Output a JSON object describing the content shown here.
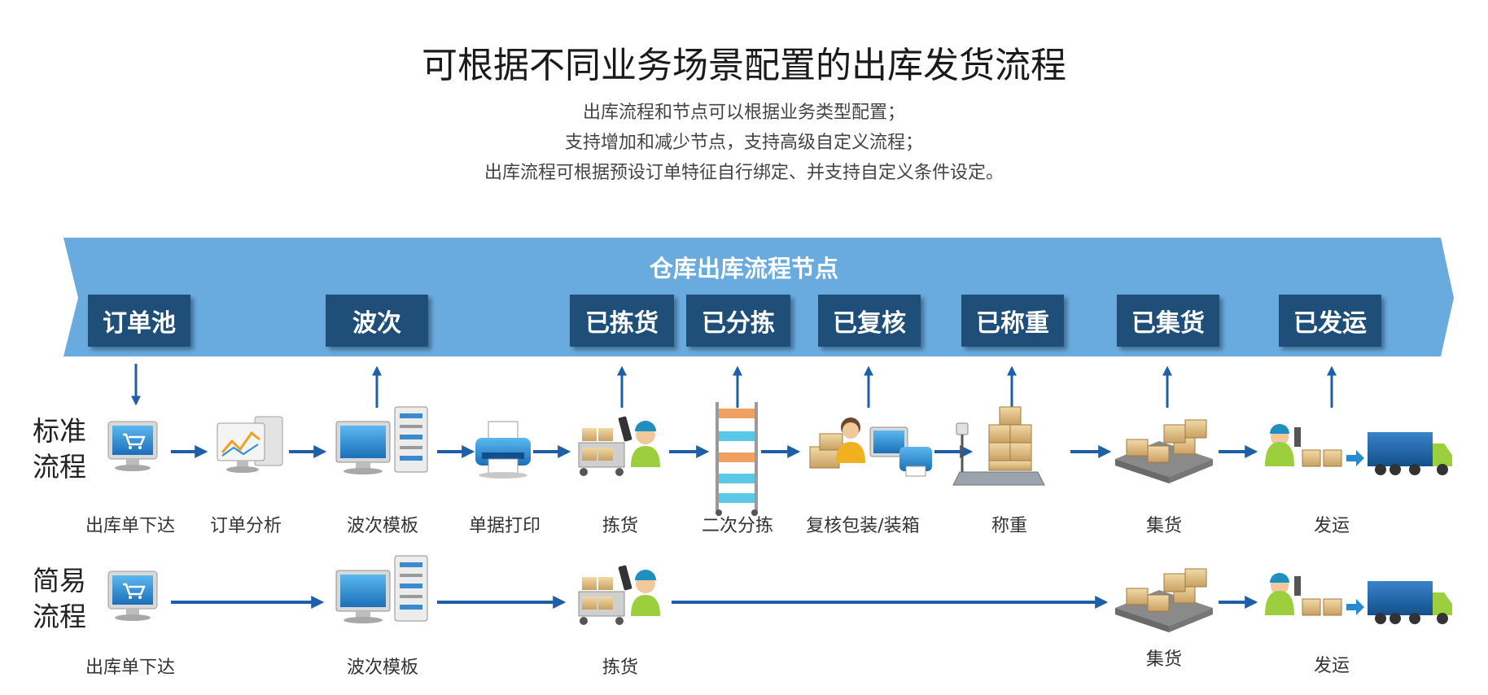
{
  "title": "可根据不同业务场景配置的出库发货流程",
  "subtitle_lines": [
    "出库流程和节点可以根据业务类型配置；",
    "支持增加和减少节点，支持高级自定义流程；",
    "出库流程可根据预设订单特征自行绑定、并支持自定义条件设定。"
  ],
  "banner": {
    "title": "仓库出库流程节点",
    "color": "#6aabdf",
    "stages": [
      "订单池",
      "波次",
      "已拣货",
      "已分拣",
      "已复核",
      "已称重",
      "已集货",
      "已发运"
    ],
    "stage_color": "#1f4e79"
  },
  "standard_flow": {
    "label_line1": "标准",
    "label_line2": "流程",
    "steps": [
      {
        "label": "出库单下达",
        "icon": "monitor-cart-icon"
      },
      {
        "label": "订单分析",
        "icon": "analysis-chart-icon"
      },
      {
        "label": "波次模板",
        "icon": "computer-server-icon"
      },
      {
        "label": "单据打印",
        "icon": "printer-icon"
      },
      {
        "label": "拣货",
        "icon": "picker-scanner-icon"
      },
      {
        "label": "二次分拣",
        "icon": "sorting-rack-icon"
      },
      {
        "label": "复核包装/装箱",
        "icon": "packing-station-icon"
      },
      {
        "label": "称重",
        "icon": "weighing-scale-icon"
      },
      {
        "label": "集货",
        "icon": "pallet-boxes-icon"
      },
      {
        "label": "发运",
        "icon": "shipping-truck-icon"
      }
    ]
  },
  "simple_flow": {
    "label_line1": "简易",
    "label_line2": "流程",
    "steps": [
      {
        "label": "出库单下达",
        "icon": "monitor-cart-icon"
      },
      {
        "label": "波次模板",
        "icon": "computer-server-icon"
      },
      {
        "label": "拣货",
        "icon": "picker-scanner-icon"
      },
      {
        "label": "集货",
        "icon": "pallet-boxes-icon"
      },
      {
        "label": "发运",
        "icon": "shipping-truck-icon"
      }
    ]
  },
  "arrow_color": "#1f5fa8"
}
